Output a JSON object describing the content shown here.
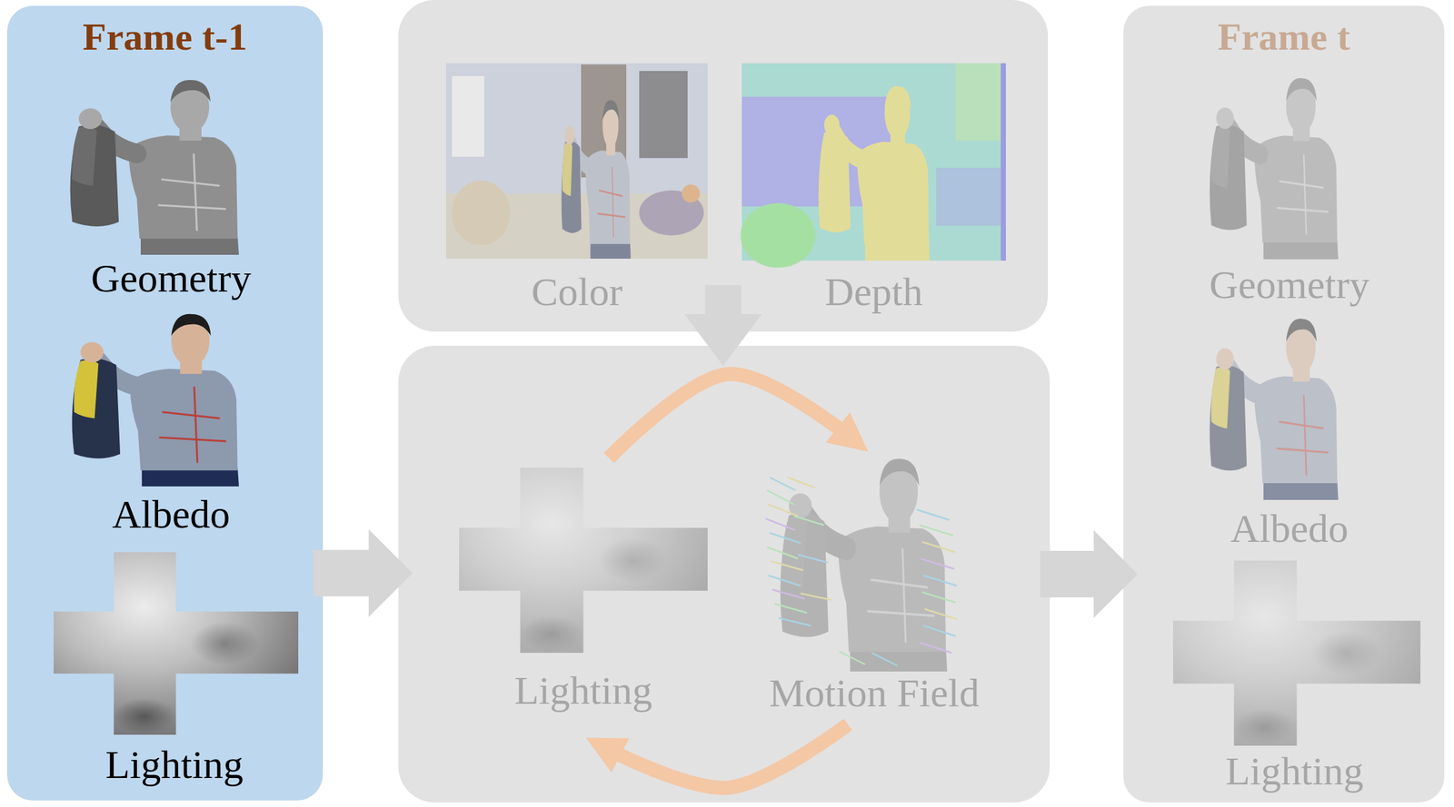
{
  "diagram": {
    "nodes": [
      {
        "text": [
          "Frame t-1"
        ]
      },
      {
        "text": [
          "Geometry"
        ],
        "in": 0
      },
      {
        "text": [
          "Albedo"
        ],
        "in": 0
      },
      {
        "text": [
          "Lighting"
        ],
        "in": 0
      },
      {
        "text": []
      },
      {
        "text": [
          "Color"
        ],
        "in": 4
      },
      {
        "text": [
          "Depth"
        ],
        "in": 4
      },
      {
        "text": []
      },
      {
        "text": [
          "Lighting"
        ],
        "in": 7
      },
      {
        "text": [
          "Motion Field"
        ],
        "in": 7
      },
      {
        "text": [
          "Frame t"
        ]
      },
      {
        "text": [
          "Geometry"
        ],
        "in": 10
      },
      {
        "text": [
          "Albedo"
        ],
        "in": 10
      },
      {
        "text": [
          "Lighting"
        ],
        "in": 10
      }
    ],
    "edges": [
      {
        "from": 0,
        "to": 7,
        "arrow": "to"
      },
      {
        "from": 4,
        "to": 7,
        "arrow": "to"
      },
      {
        "from": 7,
        "to": 10,
        "arrow": "to"
      },
      {
        "from": 8,
        "to": 9,
        "arrow": "to"
      },
      {
        "from": 9,
        "to": 8,
        "arrow": "to"
      }
    ]
  }
}
